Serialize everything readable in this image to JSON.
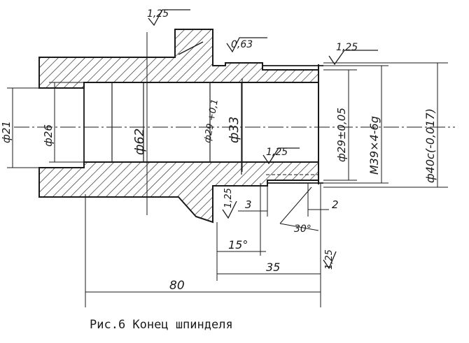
{
  "caption": "Рис.6 Конец шпинделя",
  "dimensions": {
    "dia_21": "ф21",
    "dia_26": "ф26",
    "dia_62": "ф62",
    "bore_29_7": "ф29 +0,1",
    "dia_33": "ф33",
    "dia_29_tol": "ф29±0,05",
    "thread": "М39×4-6g",
    "dia_40": "ф40с(-0,017)",
    "len_3": "3",
    "len_2": "2",
    "len_15": "15°",
    "len_35": "35",
    "len_80": "80",
    "angle_30": "30°"
  },
  "roughness": {
    "top": "1,25",
    "shoulder": "0,63",
    "right": "1,25",
    "inner": "1,25",
    "bottom": "1,25",
    "end": "1,25"
  }
}
